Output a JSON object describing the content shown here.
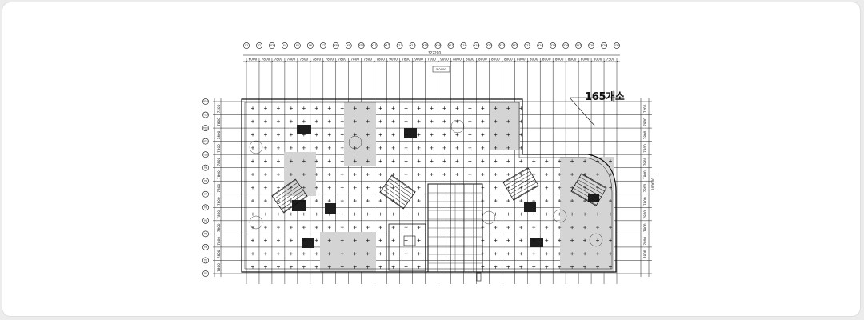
{
  "drawing": {
    "callout_text": "165개소",
    "overall_dim_top": "322200",
    "note_small": "5 0000",
    "overall_dim_right": "100000",
    "column_grid_top": [
      "X1",
      "X2",
      "X3",
      "X4",
      "X5",
      "X6",
      "X7",
      "X8",
      "X9",
      "X10",
      "X11",
      "X12",
      "X13",
      "X14",
      "X15",
      "X16",
      "X17",
      "X18",
      "X19",
      "X20",
      "X21",
      "X22",
      "X23",
      "X24",
      "X25",
      "X26",
      "X27",
      "X28",
      "X29",
      "X30"
    ],
    "top_spans": [
      "6000",
      "7800",
      "7800",
      "7800",
      "7800",
      "7800",
      "7800",
      "7800",
      "7800",
      "7800",
      "7800",
      "9000",
      "7800",
      "9000",
      "7000",
      "9000",
      "8000",
      "8000",
      "8000",
      "8000",
      "8000",
      "8000",
      "8000",
      "8000",
      "8000",
      "8000",
      "8000",
      "5000",
      "7500"
    ],
    "row_grid_left": [
      "Y14",
      "Y13",
      "Y12",
      "Y11",
      "Y10",
      "Y9",
      "Y8",
      "Y7",
      "Y6",
      "Y5",
      "Y4",
      "Y3",
      "Y2",
      "Y1"
    ],
    "left_spans": [
      "7200",
      "7800",
      "7800",
      "7800",
      "7800",
      "7800",
      "7800",
      "7800",
      "7800",
      "7800",
      "7800",
      "7800",
      "7800"
    ],
    "right_spans": [
      "7200",
      "7800",
      "7800",
      "7800",
      "7800",
      "7800",
      "7800",
      "7800",
      "7800",
      "7800",
      "7800",
      "7800"
    ]
  }
}
